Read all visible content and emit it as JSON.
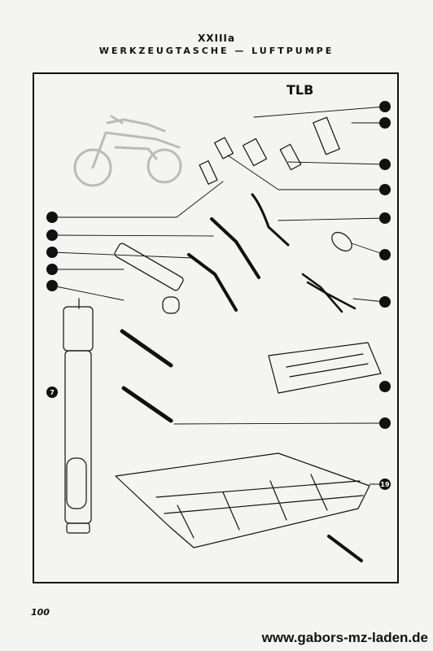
{
  "header": {
    "plate_number": "XXIIIa",
    "title": "WERKZEUGTASCHE — LUFTPUMPE"
  },
  "diagram": {
    "model_tag": "TLB",
    "callouts": [
      {
        "label": ""
      },
      {
        "label": ""
      },
      {
        "label": ""
      },
      {
        "label": ""
      },
      {
        "label": ""
      },
      {
        "label": ""
      },
      {
        "label": ""
      },
      {
        "label": ""
      },
      {
        "label": ""
      },
      {
        "label": ""
      },
      {
        "label": ""
      },
      {
        "label": ""
      },
      {
        "label": "7"
      },
      {
        "label": ""
      },
      {
        "label": ""
      },
      {
        "label": "19"
      }
    ]
  },
  "footer": {
    "page_number": "100",
    "website": "www.gabors-mz-laden.de"
  }
}
